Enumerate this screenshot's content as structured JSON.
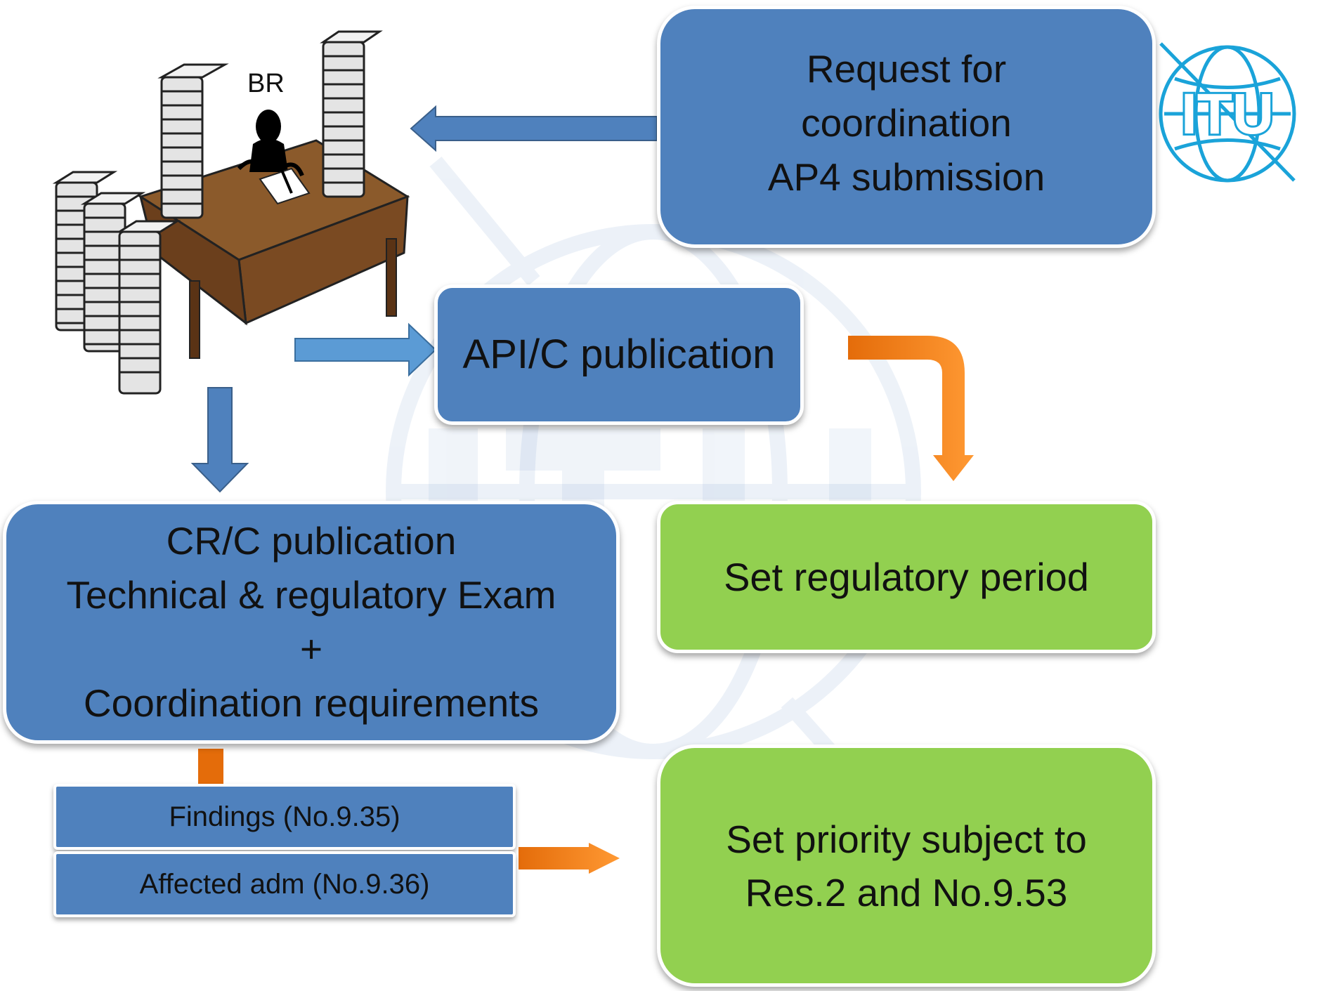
{
  "nodes": {
    "request": {
      "lines": [
        "Request for",
        "coordination",
        "AP4 submission"
      ]
    },
    "api": {
      "label": "API/C publication"
    },
    "crc": {
      "lines": [
        "CR/C publication",
        "Technical & regulatory Exam",
        "+",
        "Coordination requirements"
      ]
    },
    "regulatory": {
      "label": "Set regulatory period"
    },
    "priority": {
      "lines": [
        "Set priority subject to",
        "Res.2 and No.9.53"
      ]
    },
    "findings": {
      "label": "Findings (No.9.35)"
    },
    "affected": {
      "label": "Affected adm (No.9.36)"
    }
  },
  "clerk": {
    "label": "BR"
  },
  "logo": {
    "text": "ITU"
  },
  "colors": {
    "box_blue": "#4f81bd",
    "box_green": "#92d050",
    "arrow_blue": "#4f81bd",
    "arrow_orange": "#f79646"
  }
}
